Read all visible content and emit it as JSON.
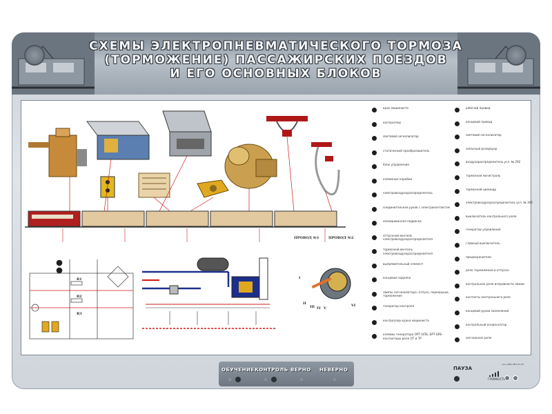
{
  "title": {
    "line1": "СХЕМЫ ЭЛЕКТРОПНЕВМАТИЧЕСКОГО ТОРМОЗА",
    "line2": "(ТОРМОЖЕНИЕ) ПАССАЖИРСКИХ ПОЕЗДОВ",
    "line3": "И ЕГО ОСНОВНЫХ БЛОКОВ"
  },
  "diagram_labels": {
    "wire1": "ПРОВОД №1",
    "wire2": "ПРОВОД №2",
    "roman": [
      "I",
      "II",
      "III",
      "IV",
      "V",
      "VI"
    ],
    "resistors": [
      "R1",
      "R2",
      "R3"
    ]
  },
  "legend_left": [
    "кран машиниста",
    "контроллер",
    "световой сигнализатор",
    "статический преобразователь",
    "блок управления",
    "клеммные коробки",
    "электровоздухораспределитель",
    "соединительная рукав с электроконтактом",
    "изолированная подвеска",
    "отпускной вентиль электровоздухораспределителя",
    "тормозной вентиль электровоздухораспределителя",
    "выпрямительный элемент",
    "концевая заделка",
    "лампы сигнализатора: отпуск, перекрыша, торможение",
    "генератор контроля",
    "контроллер крана машиниста",
    "клеммы генератора ОРТ-ОЛБ, БРТ-БРБ - контакторы реле ОТ и ТР"
  ],
  "legend_right": [
    "рабочий провод",
    "концевой провод",
    "световой сигнализатор",
    "запасный резервуар",
    "воздухораспределитель усл. № 292",
    "тормозная магистраль",
    "тормозной цилиндр",
    "электровоздухораспределитель усл. № 305",
    "выключатель контрольного реле",
    "генератор управления",
    "главный выключатель",
    "предохранители",
    "реле торможения и отпуска",
    "контрольное реле исправности линии",
    "контакты контрольного реле",
    "концевой рукав заземления",
    "контрольный конденсатор",
    "сигнальное реле"
  ],
  "controls": {
    "learn": "ОБУЧЕНИЕ",
    "control": "КОНТРОЛЬ",
    "correct": "ВЕРНО",
    "wrong": "НЕВЕРНО",
    "pause": "ПАУЗА",
    "volume": "ГРОМКОСТЬ",
    "contact": "тел. (495) 987-47-33"
  },
  "colors": {
    "header_bg": "#9aa4ae",
    "frame_bg": "#d3d9df",
    "wire_red": "#d01818",
    "pipe_blue": "#1c2f8a",
    "car_tan": "#e2c9a0"
  }
}
